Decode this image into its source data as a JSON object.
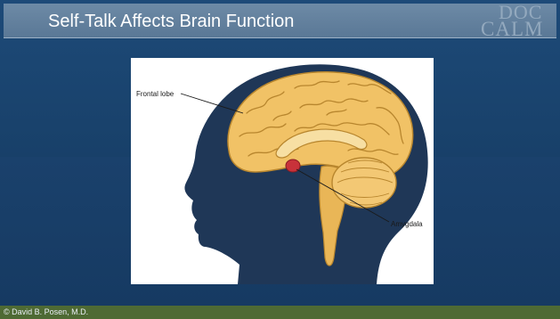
{
  "slide": {
    "title": "Self-Talk Affects Brain Function",
    "logo": {
      "line1": "DOC",
      "line2": "CALM"
    },
    "figure": {
      "labels": {
        "frontal_lobe": "Frontal lobe",
        "amygdala": "Amygdala"
      }
    },
    "footer": "© David B. Posen, M.D."
  },
  "colors": {
    "background": "#1a4370",
    "title_bar": "#647f9c",
    "footer_bar": "#4e6a34",
    "brain": "#f1c266",
    "head_silhouette": "#1f3757",
    "amygdala": "#c8323a"
  }
}
